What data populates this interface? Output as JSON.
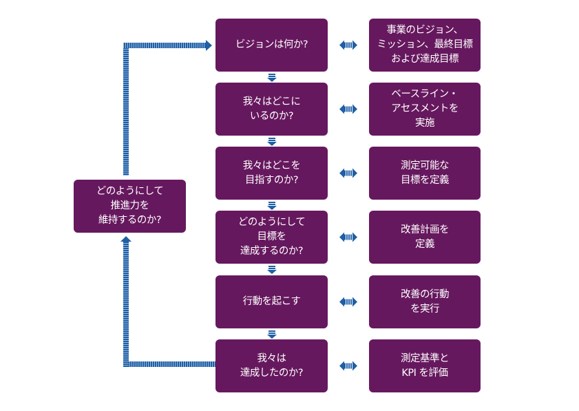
{
  "colors": {
    "box": "#66185e",
    "text": "#ffffff",
    "arrow": "#1f5fa6"
  },
  "steps": [
    {
      "question": "ビジョンは何か?",
      "action": "事業のビジョン、\nミッション、最終目標\nおよび達成目標"
    },
    {
      "question": "我々はどこに\nいるのか?",
      "action": "ベースライン・\nアセスメントを\n実施"
    },
    {
      "question": "我々はどこを\n目指すのか?",
      "action": "測定可能な\n目標を定義"
    },
    {
      "question": "どのようにして\n目標を\n達成するのか?",
      "action": "改善計画を\n定義"
    },
    {
      "question": "行動を起こす",
      "action": "改善の行動\nを実行"
    },
    {
      "question": "我々は\n達成したのか?",
      "action": "測定基準と\nKPI を評価"
    }
  ],
  "loop": {
    "label": "どのようにして\n推進力を\n維持するのか?"
  }
}
